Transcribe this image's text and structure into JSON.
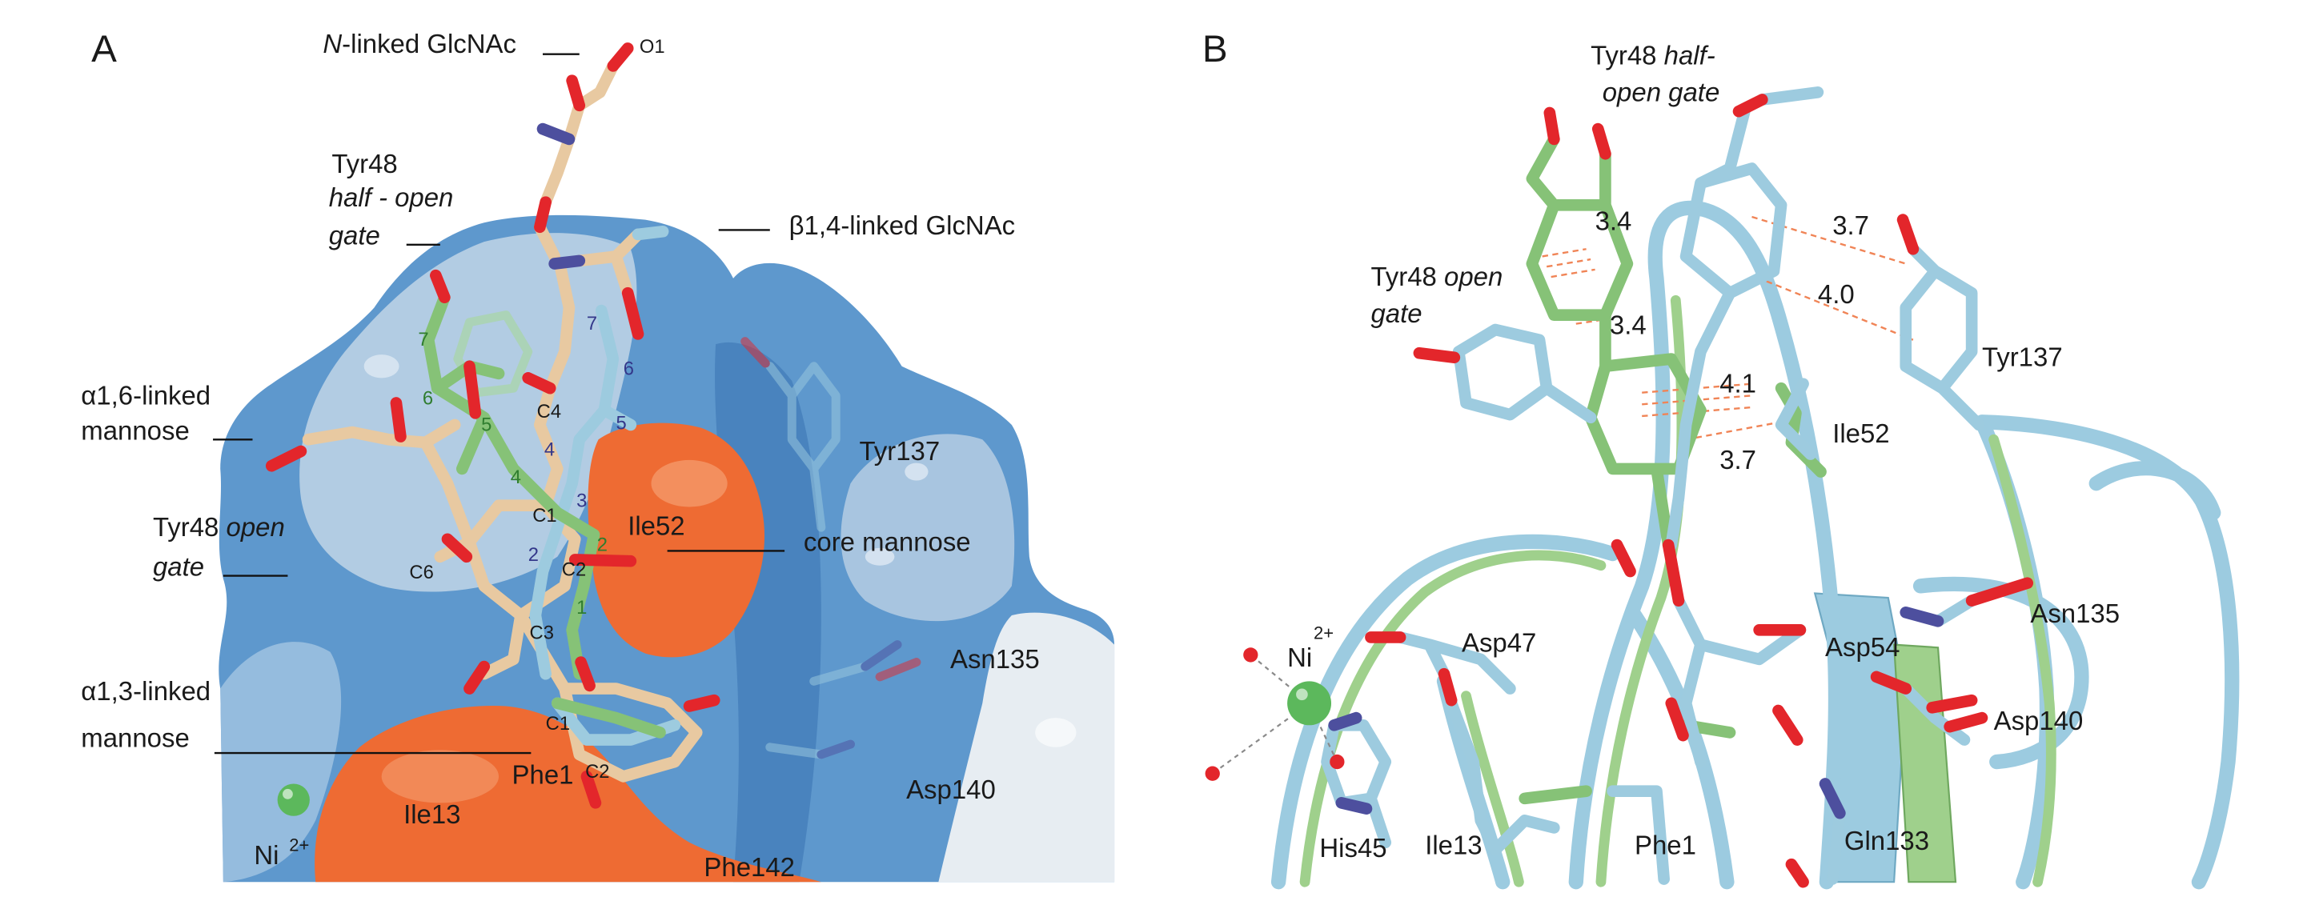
{
  "panel_a": {
    "letter": "A",
    "n_linked_italic": "N",
    "n_linked_rest": "-linked GlcNAc",
    "o1": "O1",
    "tyr48_half_open": {
      "line1": "Tyr48",
      "line2": "half - open",
      "line3": "gate"
    },
    "beta14": "β1,4-linked GlcNAc",
    "alpha16": {
      "line1": "α1,6-linked",
      "line2": "mannose"
    },
    "tyr48_open": {
      "prefix": "Tyr48",
      "italic": "open",
      "line2": "gate"
    },
    "ile52": "Ile52",
    "core_mannose": "core mannose",
    "tyr137": "Tyr137",
    "asn135": "Asn135",
    "alpha13": {
      "line1": "α1,3-linked",
      "line2": "mannose"
    },
    "phe1": "Phe1",
    "asp140": "Asp140",
    "ile13": "Ile13",
    "ni": "Ni",
    "ni_charge": "2+",
    "phe142": "Phe142",
    "atom_labels": [
      "7",
      "6",
      "5",
      "4",
      "C4",
      "7",
      "6",
      "5",
      "4",
      "3",
      "C1",
      "2",
      "C2",
      "2",
      "1",
      "C3",
      "C6",
      "C1",
      "C2"
    ]
  },
  "panel_b": {
    "letter": "B",
    "tyr48_half": {
      "prefix": "Tyr48",
      "italic": "half-",
      "line2": "open gate"
    },
    "tyr48_open": {
      "prefix": "Tyr48",
      "italic": "open",
      "line2": "gate"
    },
    "distances": [
      "3.4",
      "3.7",
      "4.0",
      "3.4",
      "4.1",
      "3.7"
    ],
    "tyr137": "Tyr137",
    "ile52": "Ile52",
    "ni": "Ni",
    "ni_charge": "2+",
    "asp47": "Asp47",
    "asp54": "Asp54",
    "asn135": "Asn135",
    "asp140": "Asp140",
    "his45": "His45",
    "ile13": "Ile13",
    "phe1": "Phe1",
    "gln133": "Gln133"
  },
  "colors": {
    "surface_blue": "#5e98cd",
    "surface_light": "#c7d9e8",
    "surface_white": "#e7edf2",
    "surface_orange": "#ee6b33",
    "carbon_tan": "#e8c9a1",
    "carbon_blue": "#9dcbdf",
    "carbon_green": "#86c277",
    "oxygen": "#e3262b",
    "nitrogen": "#4d4f9e",
    "nickel": "#5cb85c",
    "distance": "#f08456",
    "ribbon_blue": "#9ccbe0",
    "ribbon_green": "#9fd08c"
  }
}
